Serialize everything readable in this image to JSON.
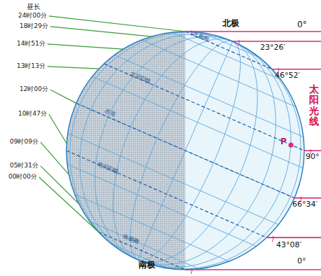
{
  "diagram": {
    "labels": [
      "昼长",
      "24时00分",
      "18时29分",
      "14时51分",
      "13时13分",
      "12时00分",
      "10时47分",
      "09时09分",
      "05时31分",
      "00时00分",
      "北极",
      "0°",
      "23°26′",
      "46°52′",
      "90°",
      "66°34′",
      "43°08′",
      "0°",
      "P",
      "太阳光线",
      "北极圈",
      "北回归线",
      "赤道",
      "南回归线",
      "南极圈",
      "南极"
    ]
  }
}
